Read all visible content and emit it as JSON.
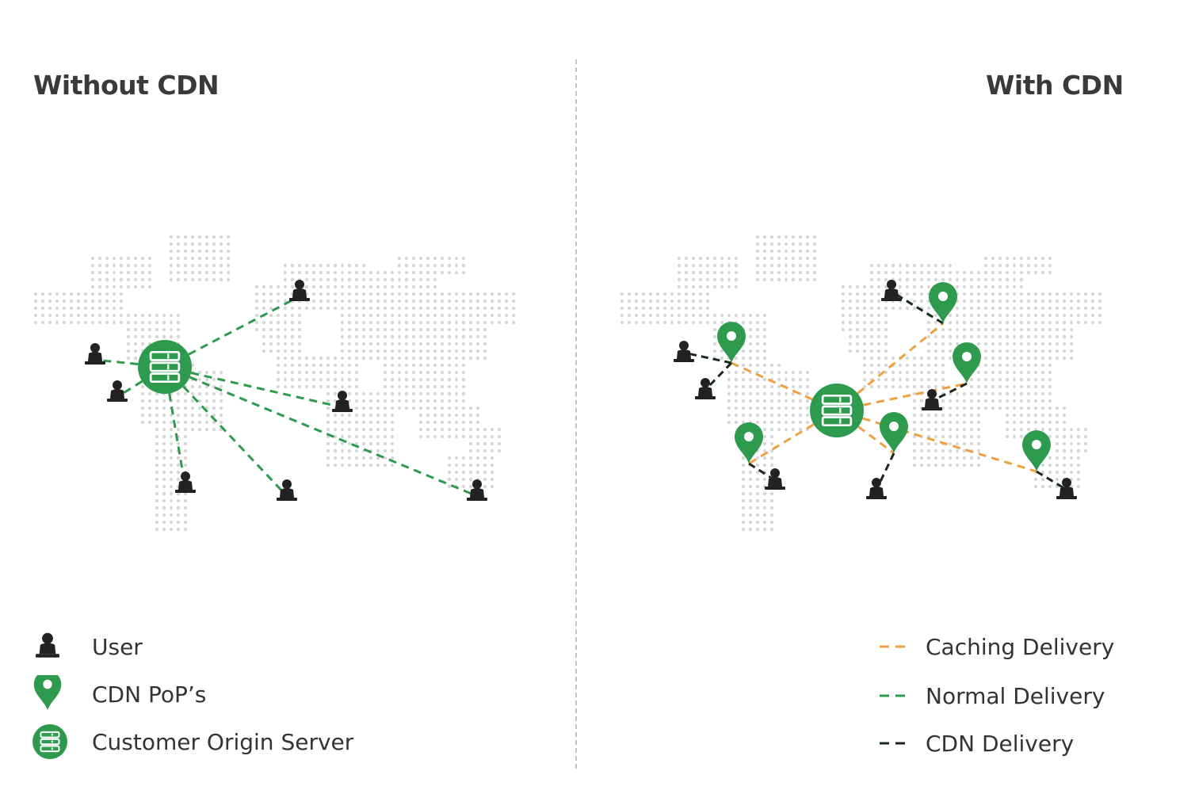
{
  "panels": {
    "left": {
      "title": "Without CDN"
    },
    "right": {
      "title": "With CDN"
    }
  },
  "legend": {
    "symbols": [
      {
        "icon": "user-icon",
        "label": "User"
      },
      {
        "icon": "cdn-pop-icon",
        "label": "CDN PoP’s"
      },
      {
        "icon": "origin-server-icon",
        "label": "Customer Origin Server"
      }
    ],
    "lines": [
      {
        "style": "caching",
        "label": "Caching Delivery"
      },
      {
        "style": "normal",
        "label": "Normal Delivery"
      },
      {
        "style": "cdn",
        "label": "CDN Delivery"
      }
    ]
  },
  "colors": {
    "brand_green": "#2e9a4e",
    "caching_orange": "#f0a040",
    "normal_green": "#2e9a4e",
    "cdn_dark": "#1a2a1a",
    "user_dark": "#222222",
    "map_dots": "#d6d6d6"
  }
}
